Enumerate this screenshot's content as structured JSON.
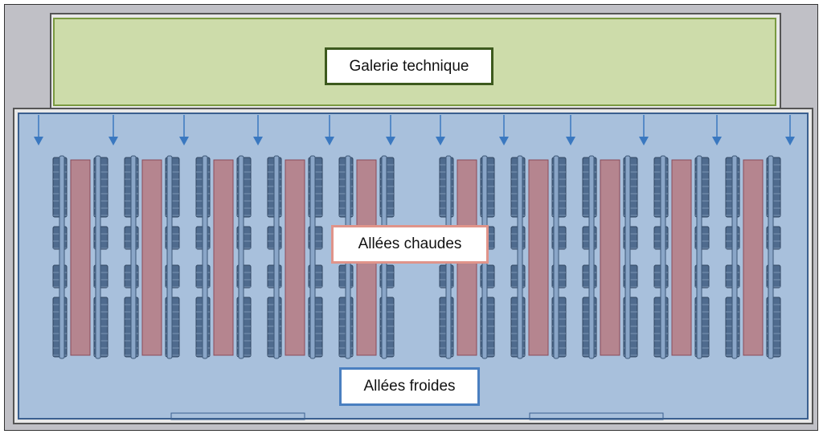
{
  "labels": {
    "gallery": "Galerie technique",
    "hot_aisles": "Allées chaudes",
    "cold_aisles": "Allées froides"
  },
  "layout_counts": {
    "rack_rows": 10,
    "airflow_arrows": 12
  },
  "colors": {
    "gallery_fill": "#cddcaa",
    "room_fill": "#a8c0dc",
    "hot_aisle": "#b5858f",
    "rack": "#4f6b8e",
    "arrow": "#3a78c0"
  }
}
